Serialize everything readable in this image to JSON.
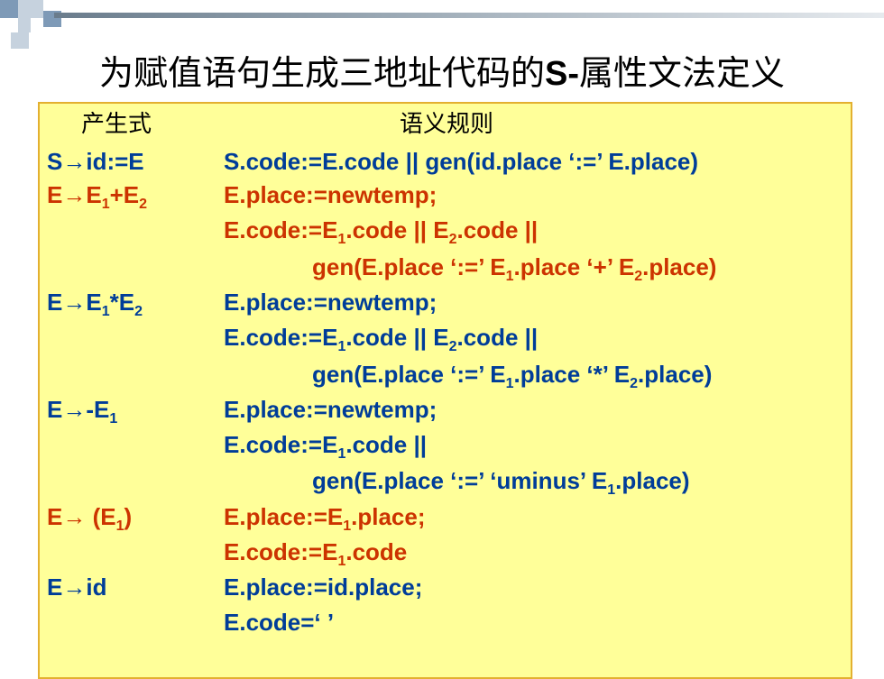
{
  "title": {
    "cn": "为赋值语句生成三地址代码的",
    "latin": "S-",
    "cn2": "属性文法定义"
  },
  "headers": {
    "production": "产生式",
    "rules": "语义规则"
  },
  "rows": {
    "r1": {
      "prod": "S→id:=E",
      "rule": "S.code:=E.code || gen(id.place ‘:=’ E.place)"
    },
    "r2": {
      "prod_a": "E→E",
      "prod_s1": "1",
      "prod_b": "+E",
      "prod_s2": "2",
      "rule1": "E.place:=newtemp;",
      "rule2_a": "E.code:=E",
      "rule2_s1": "1",
      "rule2_b": ".code || E",
      "rule2_s2": "2",
      "rule2_c": ".code ||",
      "rule3_a": "gen(E.place ‘:=’ E",
      "rule3_s1": "1",
      "rule3_b": ".place ‘+’ E",
      "rule3_s2": "2",
      "rule3_c": ".place)"
    },
    "r3": {
      "prod_a": "E→E",
      "prod_s1": "1",
      "prod_b": "*E",
      "prod_s2": "2",
      "rule1": "E.place:=newtemp;",
      "rule2_a": "E.code:=E",
      "rule2_s1": "1",
      "rule2_b": ".code || E",
      "rule2_s2": "2",
      "rule2_c": ".code ||",
      "rule3_a": "gen(E.place ‘:=’ E",
      "rule3_s1": "1",
      "rule3_b": ".place ‘*’ E",
      "rule3_s2": "2",
      "rule3_c": ".place)"
    },
    "r4": {
      "prod_a": "E→-E",
      "prod_s1": "1",
      "rule1": "E.place:=newtemp;",
      "rule2_a": "E.code:=E",
      "rule2_s1": "1",
      "rule2_b": ".code ||",
      "rule3_a": "gen(E.place ‘:=’ ‘uminus’ E",
      "rule3_s1": "1",
      "rule3_b": ".place)"
    },
    "r5": {
      "prod_a": "E→ (E",
      "prod_s1": "1",
      "prod_b": ")",
      "rule1_a": "E.place:=E",
      "rule1_s1": "1",
      "rule1_b": ".place;",
      "rule2_a": "E.code:=E",
      "rule2_s1": "1",
      "rule2_b": ".code"
    },
    "r6": {
      "prod": "E→id",
      "rule1": "E.place:=id.place;",
      "rule2": "E.code=‘ ’"
    }
  },
  "colors": {
    "blue": "#003d99",
    "red": "#cc3300",
    "box_bg": "#ffff99",
    "box_border": "#e3b030"
  }
}
